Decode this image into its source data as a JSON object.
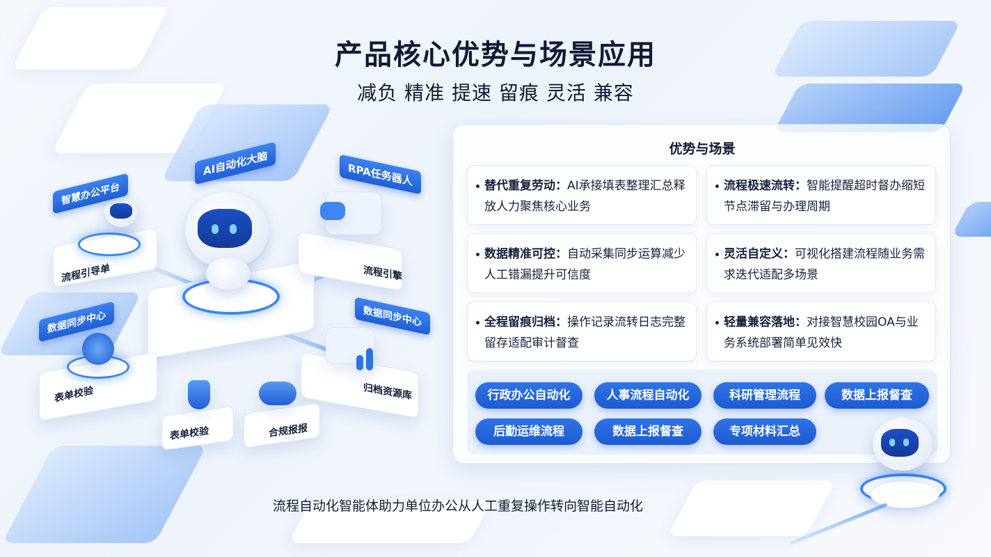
{
  "header": {
    "title": "产品核心优势与场景应用",
    "subtitle": "减负 精准 提速 留痕 灵活 兼容"
  },
  "illustration": {
    "tags": {
      "brain": "AI自动化大脑",
      "office": "智慧办公平台",
      "rpa": "RPA任务器人",
      "sync_left": "数据同步中心",
      "sync_right": "数据同步中心"
    },
    "labels": {
      "flow_engine_left": "流程引导单",
      "flow_engine_right": "流程引擎",
      "form_check_left": "表单校验",
      "form_check_bottom": "表单校验",
      "compliance": "合规报报",
      "archive": "归档资源库"
    },
    "icons": [
      "robot-icon",
      "shield-icon",
      "cloud-icon",
      "document-icon",
      "chart-icon"
    ],
    "colors": {
      "accent": "#1f5fd6",
      "accent_light": "#7fd0ff"
    }
  },
  "panel": {
    "title": "优势与场景",
    "cards": [
      {
        "heading": "替代重复劳动：",
        "body": "AI承接填表整理汇总释放人力聚焦核心业务"
      },
      {
        "heading": "流程极速流转：",
        "body": "智能提醒超时督办缩短节点滞留与办理周期"
      },
      {
        "heading": "数据精准可控：",
        "body": "自动采集同步运算减少人工错漏提升可信度"
      },
      {
        "heading": "灵活自定义：",
        "body": "可视化搭建流程随业务需求迭代适配多场景"
      },
      {
        "heading": "全程留痕归档：",
        "body": "操作记录流转日志完整留存适配审计督查"
      },
      {
        "heading": "轻量兼容落地：",
        "body": "对接智慧校园OA与业务系统部署简单见效快"
      }
    ],
    "chips": [
      "行政办公自动化",
      "人事流程自动化",
      "科研管理流程",
      "数据上报督查",
      "后勤运维流程",
      "数据上报督查",
      "专项材料汇总"
    ]
  },
  "footer": {
    "text": "流程自动化智能体助力单位办公从人工重复操作转向智能自动化"
  }
}
